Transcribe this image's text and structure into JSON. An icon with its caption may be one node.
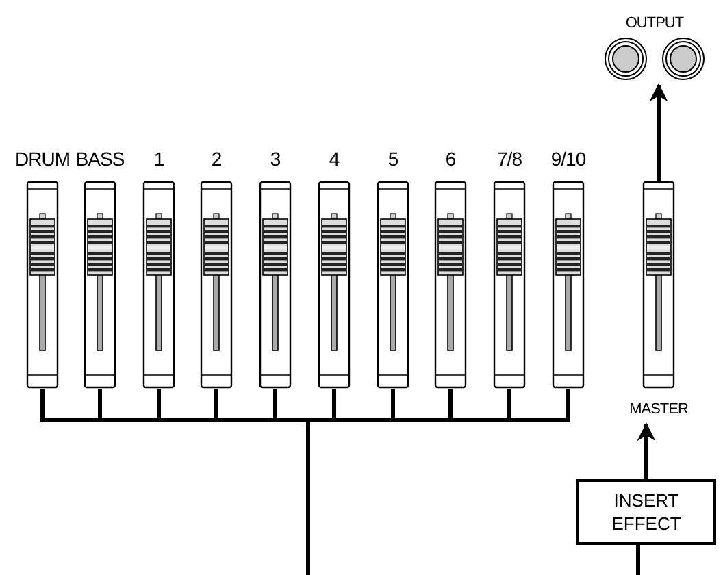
{
  "diagram": {
    "nodes": [
      {
        "text": [
          "DRUM"
        ]
      },
      {
        "text": [
          "BASS"
        ]
      },
      {
        "text": [
          "1"
        ]
      },
      {
        "text": [
          "2"
        ]
      },
      {
        "text": [
          "3"
        ]
      },
      {
        "text": [
          "4"
        ]
      },
      {
        "text": [
          "5"
        ]
      },
      {
        "text": [
          "6"
        ]
      },
      {
        "text": [
          "7/8"
        ]
      },
      {
        "text": [
          "9/10"
        ]
      },
      {
        "text": [
          "MASTER"
        ]
      },
      {
        "text": [
          "OUTPUT"
        ]
      },
      {
        "text": [
          "INSERT EFFECT"
        ]
      }
    ],
    "edges": [
      {
        "from": 0,
        "to": null,
        "arrow": "none"
      },
      {
        "from": 1,
        "to": null,
        "arrow": "none"
      },
      {
        "from": 2,
        "to": null,
        "arrow": "none"
      },
      {
        "from": 3,
        "to": null,
        "arrow": "none"
      },
      {
        "from": 4,
        "to": null,
        "arrow": "none"
      },
      {
        "from": 5,
        "to": null,
        "arrow": "none"
      },
      {
        "from": 6,
        "to": null,
        "arrow": "none"
      },
      {
        "from": 7,
        "to": null,
        "arrow": "none"
      },
      {
        "from": 8,
        "to": null,
        "arrow": "none"
      },
      {
        "from": 9,
        "to": null,
        "arrow": "none"
      },
      {
        "from": null,
        "to": 12,
        "arrow": "none"
      },
      {
        "from": 12,
        "to": 10,
        "arrow": "to"
      },
      {
        "from": 10,
        "to": 11,
        "arrow": "to"
      }
    ]
  }
}
